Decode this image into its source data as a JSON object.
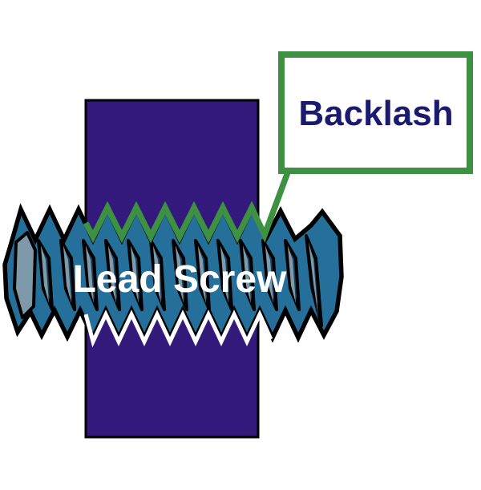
{
  "diagram": {
    "type": "lead-screw-backlash-illustration",
    "screw": {
      "label": "Lead Screw",
      "label_color": "#FFFFFF",
      "body_color": "#24709B",
      "outline_color": "#000000",
      "groove_dark_color": "#16405F",
      "groove_highlight_color": "#7E9BAB",
      "end_face_color": "#7E99AA"
    },
    "nut": {
      "name": "nut-block",
      "fill_color": "#32197B",
      "outline_color": "#000000"
    },
    "callout": {
      "label": "Backlash",
      "text_color": "#1A1A6E",
      "border_color": "#3E9142",
      "fill_color": "#FFFFFF"
    },
    "gaps": {
      "top_gap_color": "#3E9142",
      "bottom_gap_color": "#FFFFFF"
    }
  }
}
